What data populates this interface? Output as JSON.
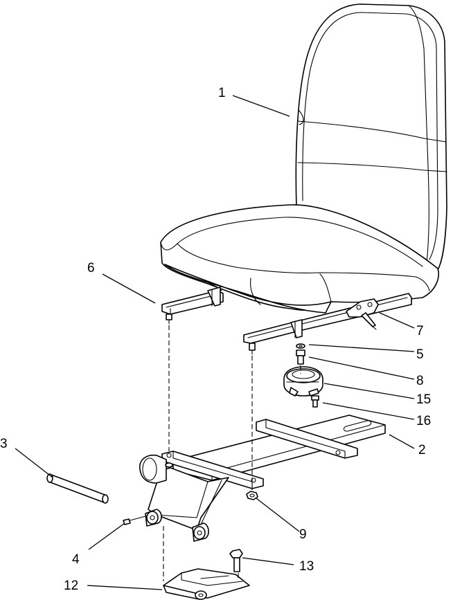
{
  "callouts": [
    {
      "id": "1",
      "label": "1"
    },
    {
      "id": "2",
      "label": "2"
    },
    {
      "id": "3",
      "label": "3"
    },
    {
      "id": "4",
      "label": "4"
    },
    {
      "id": "5",
      "label": "5"
    },
    {
      "id": "6",
      "label": "6"
    },
    {
      "id": "7",
      "label": "7"
    },
    {
      "id": "8",
      "label": "8"
    },
    {
      "id": "9",
      "label": "9"
    },
    {
      "id": "12",
      "label": "12"
    },
    {
      "id": "13",
      "label": "13"
    },
    {
      "id": "15",
      "label": "15"
    },
    {
      "id": "16",
      "label": "16"
    }
  ]
}
